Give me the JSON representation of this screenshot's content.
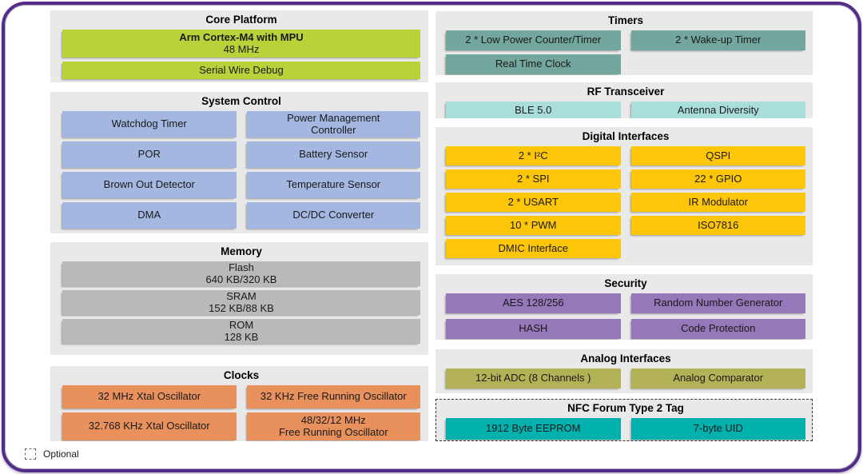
{
  "colors": {
    "frame": "#532b88",
    "section_bg": "#e9e9e9",
    "lime": "#b8d33a",
    "periwinkle": "#a3b7e1",
    "gray": "#b9b9b9",
    "orange": "#e8915d",
    "teal": "#73a69c",
    "cyan": "#aadedb",
    "yellow": "#fdc608",
    "purple": "#9578b9",
    "olive": "#b3b256",
    "nfc_teal": "#00b1ae"
  },
  "left": {
    "core_platform": {
      "title": "Core Platform",
      "cpu_line1": "Arm Cortex-M4 with MPU",
      "cpu_line2": "48 MHz",
      "swd": "Serial Wire Debug"
    },
    "system_control": {
      "title": "System Control",
      "blocks": [
        "Watchdog Timer",
        "Power Management\nController",
        "POR",
        "Battery Sensor",
        "Brown Out Detector",
        "Temperature Sensor",
        "DMA",
        "DC/DC Converter"
      ]
    },
    "memory": {
      "title": "Memory",
      "blocks": [
        "Flash\n640 KB/320 KB",
        "SRAM\n152 KB/88 KB",
        "ROM\n128 KB"
      ]
    },
    "clocks": {
      "title": "Clocks",
      "blocks": [
        "32 MHz Xtal Oscillator",
        "32 KHz Free Running Oscillator",
        "32.768 KHz Xtal Oscillator",
        "48/32/12 MHz\nFree Running Oscillator"
      ]
    }
  },
  "right": {
    "timers": {
      "title": "Timers",
      "blocks": [
        "2 * Low Power Counter/Timer",
        "2 * Wake-up Timer",
        "Real Time Clock"
      ]
    },
    "rf_transceiver": {
      "title": "RF Transceiver",
      "blocks": [
        "BLE 5.0",
        "Antenna Diversity"
      ]
    },
    "digital_interfaces": {
      "title": "Digital Interfaces",
      "blocks": [
        "2 * I²C",
        "QSPI",
        "2 * SPI",
        "22 * GPIO",
        "2 * USART",
        "IR Modulator",
        "10 * PWM",
        "ISO7816",
        "DMIC Interface"
      ]
    },
    "security": {
      "title": "Security",
      "blocks": [
        "AES 128/256",
        "Random Number Generator",
        "HASH",
        "Code Protection"
      ]
    },
    "analog_interfaces": {
      "title": "Analog Interfaces",
      "blocks": [
        "12-bit ADC (8 Channels )",
        "Analog Comparator"
      ]
    },
    "nfc_tag": {
      "title": "NFC Forum Type 2 Tag",
      "blocks": [
        "1912 Byte EEPROM",
        "7-byte UID"
      ]
    }
  },
  "legend": {
    "optional": "Optional"
  }
}
